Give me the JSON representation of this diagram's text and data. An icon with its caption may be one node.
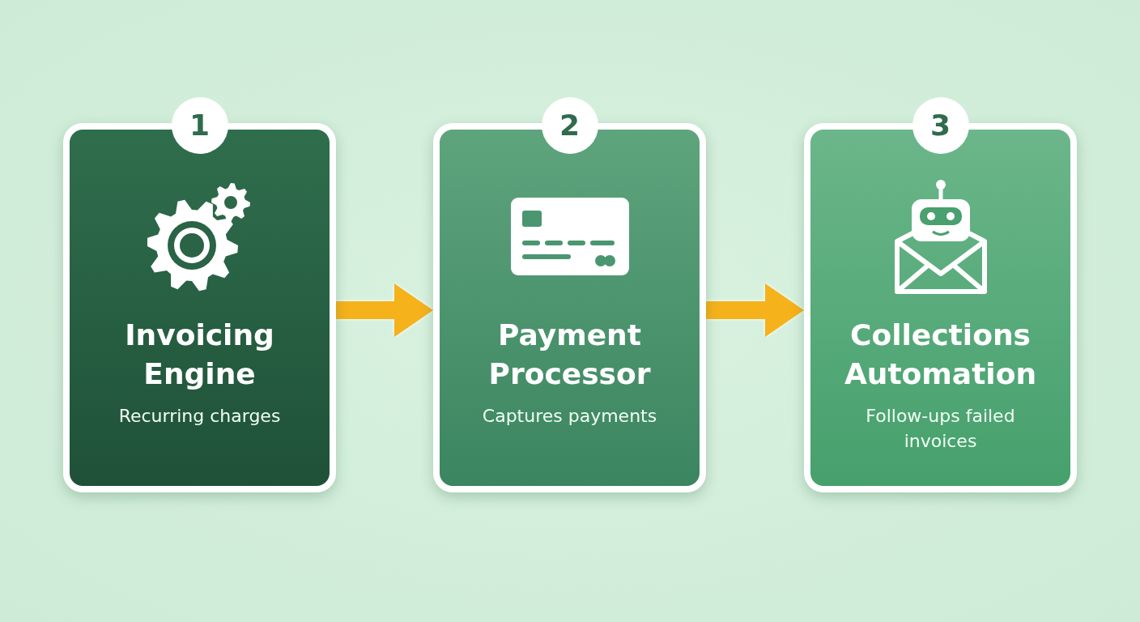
{
  "diagram": {
    "nodes": [
      {
        "text": [
          "1",
          "Invoicing Engine",
          "Recurring charges"
        ]
      },
      {
        "text": [
          "2",
          "Payment Processor",
          "Captures payments"
        ]
      },
      {
        "text": [
          "3",
          "Collections Automation",
          "Follow-ups failed invoices"
        ]
      }
    ],
    "edges": [
      {
        "from": 0,
        "to": 1,
        "arrow": "to"
      },
      {
        "from": 1,
        "to": 2,
        "arrow": "to"
      }
    ]
  }
}
